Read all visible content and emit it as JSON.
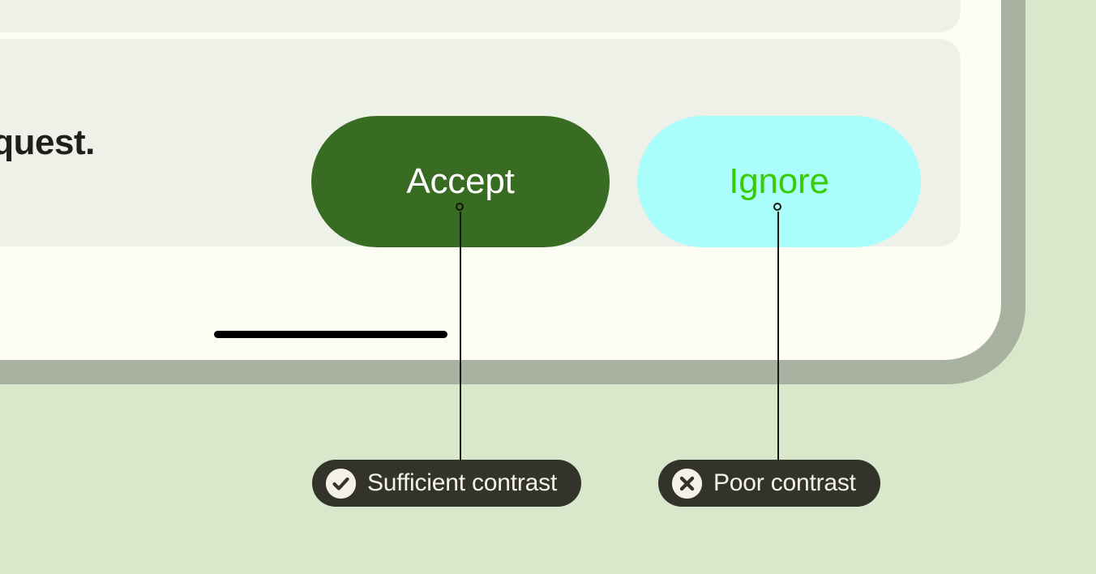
{
  "page": {
    "background_color": "#d9e7ca",
    "card_background_color": "#fdfdf3",
    "card_border_color": "#a9b2a1",
    "row_background_color": "#eef1e8"
  },
  "content_row": {
    "text": "a request."
  },
  "buttons": [
    {
      "name": "accept",
      "label": "Accept",
      "background_color": "#376c22",
      "text_color": "#ffffff"
    },
    {
      "name": "ignore",
      "label": "Ignore",
      "background_color": "#a9fdfb",
      "text_color": "#39cc04"
    }
  ],
  "annotations": [
    {
      "name": "sufficient-contrast",
      "label": "Sufficient contrast",
      "icon": "check-circle-icon",
      "target": "accept",
      "pill_color": "#33332c",
      "text_color": "#f3f1e9"
    },
    {
      "name": "poor-contrast",
      "label": "Poor contrast",
      "icon": "x-circle-icon",
      "target": "ignore",
      "pill_color": "#33332c",
      "text_color": "#f3f1e9"
    }
  ],
  "home_indicator": {
    "color": "#000000"
  }
}
